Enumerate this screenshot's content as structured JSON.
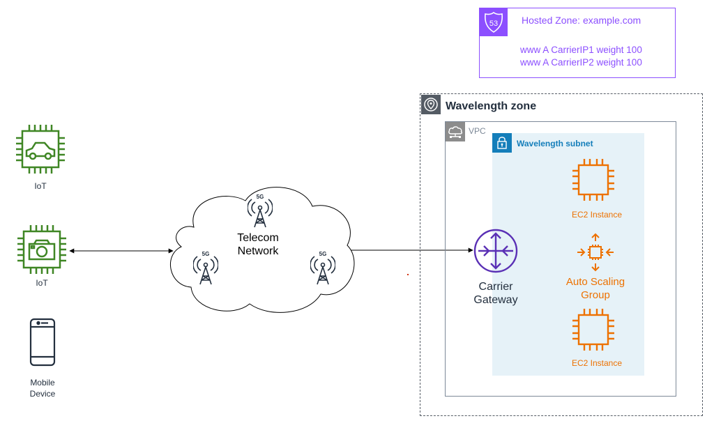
{
  "hosted_zone": {
    "title": "Hosted Zone: example.com",
    "records": [
      "www A CarrierIP1 weight 100",
      "www A CarrierIP2 weight 100"
    ],
    "icon": "route53-icon",
    "icon_label": "53",
    "color": "#8c4fff"
  },
  "wavelength_zone": {
    "title": "Wavelength zone",
    "icon": "location-pin-icon"
  },
  "vpc": {
    "title": "VPC",
    "icon": "vpc-cloud-icon"
  },
  "subnet": {
    "title": "Wavelength subnet",
    "icon": "lock-icon",
    "color": "#147eba"
  },
  "devices": [
    {
      "label": "IoT",
      "icon": "iot-car-chip-icon"
    },
    {
      "label": "IoT",
      "icon": "iot-camera-chip-icon"
    },
    {
      "label_line1": "Mobile",
      "label_line2": "Device",
      "icon": "mobile-phone-icon"
    }
  ],
  "telecom": {
    "label_line1": "Telecom",
    "label_line2": "Network",
    "tower_label": "5G",
    "icon": "5g-tower-icon"
  },
  "carrier_gateway": {
    "label_line1": "Carrier",
    "label_line2": "Gateway",
    "icon": "carrier-gateway-icon",
    "color": "#5a30b5"
  },
  "ec2_top": {
    "label": "EC2 Instance",
    "icon": "ec2-chip-icon"
  },
  "auto_scaling": {
    "label_line1": "Auto Scaling",
    "label_line2": "Group",
    "icon": "auto-scaling-icon"
  },
  "ec2_bottom": {
    "label": "EC2 Instance",
    "icon": "ec2-chip-icon"
  },
  "colors": {
    "iot_green": "#3f8624",
    "aws_orange": "#ed7100",
    "ink": "#232f3e"
  }
}
